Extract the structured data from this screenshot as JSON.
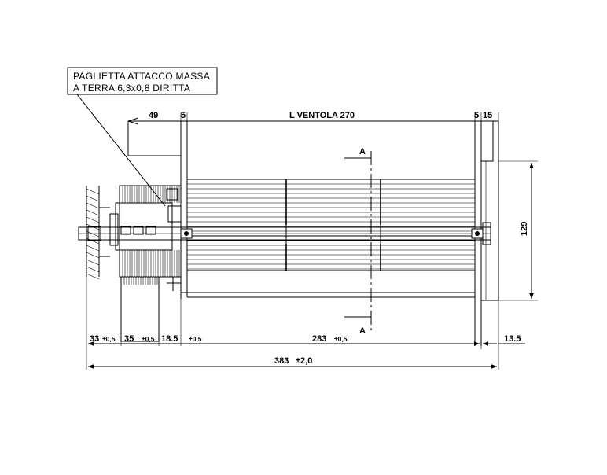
{
  "note": {
    "line1": "PAGLIETTA ATTACCO MASSA",
    "line2": "A TERRA 6,3x0,8 DIRITTA"
  },
  "top_dims": {
    "d49": "49",
    "d5_left": "5",
    "fan_length": "L VENTOLA 270",
    "d5_right": "5",
    "d15": "15"
  },
  "section_marks": {
    "top": "A",
    "bottom": "A"
  },
  "side_dims": {
    "d129": "129"
  },
  "bottom_dims": {
    "d33": "33",
    "d33_tol": "±0,5",
    "d35": "35",
    "d35_tol": "±0,5",
    "d18_5": "18.5",
    "d18_5_tol": "±0,5",
    "d283": "283",
    "d283_tol": "±0,5",
    "d13_5": "13.5"
  },
  "overall_dims": {
    "d383": "383",
    "d383_tol": "±2,0"
  }
}
